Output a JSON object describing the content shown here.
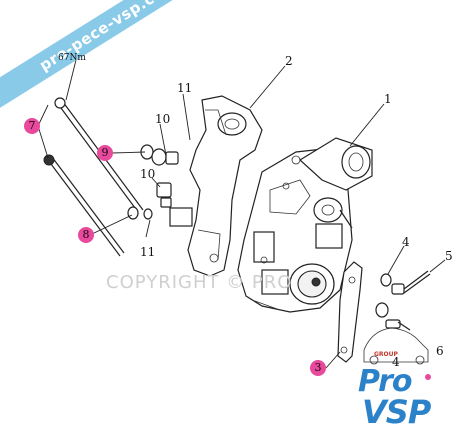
{
  "torque_spec": "67Nm",
  "watermark_banner": "pro-pece-vsp.com",
  "watermark_copyright": "COPYRIGHT © PRO",
  "logo": {
    "group_text": "GROUP",
    "line1": "Pro",
    "line2": "VSP"
  },
  "callouts": {
    "c1": "1",
    "c2": "2",
    "c3": "3",
    "c4a": "4",
    "c4b": "4",
    "c5": "5",
    "c6": "6",
    "c7": "7",
    "c8": "8",
    "c9": "9",
    "c10a": "10",
    "c10b": "10",
    "c11a": "11",
    "c11b": "11"
  },
  "highlight_color": "#e8499c",
  "banner_color": "#7fc6e8",
  "logo_color": "#2b82c9"
}
